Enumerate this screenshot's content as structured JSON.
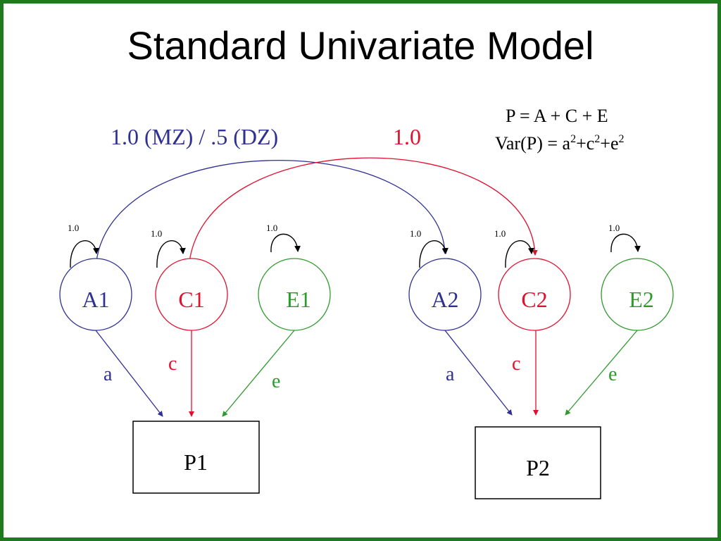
{
  "title": "Standard Univariate Model",
  "colors": {
    "frame": "#1f7a1f",
    "additive": "#2e3192",
    "common": "#e0102e",
    "unique": "#2e9a2e",
    "text": "#000000"
  },
  "correlations": {
    "a_label": "1.0 (MZ) / .5 (DZ)",
    "c_label": "1.0"
  },
  "equations": {
    "line1": "P = A + C + E",
    "var_prefix": "Var(P) = a",
    "sup_a": "2",
    "plus_c": "+c",
    "sup_c": "2",
    "plus_e": "+e",
    "sup_e": "2"
  },
  "variance_label": "1.0",
  "latents": {
    "A1": "A1",
    "C1": "C1",
    "E1": "E1",
    "A2": "A2",
    "C2": "C2",
    "E2": "E2"
  },
  "paths": {
    "a1": "a",
    "c1": "c",
    "e1": "e",
    "a2": "a",
    "c2": "c",
    "e2": "e"
  },
  "observed": {
    "P1": "P1",
    "P2": "P2"
  }
}
